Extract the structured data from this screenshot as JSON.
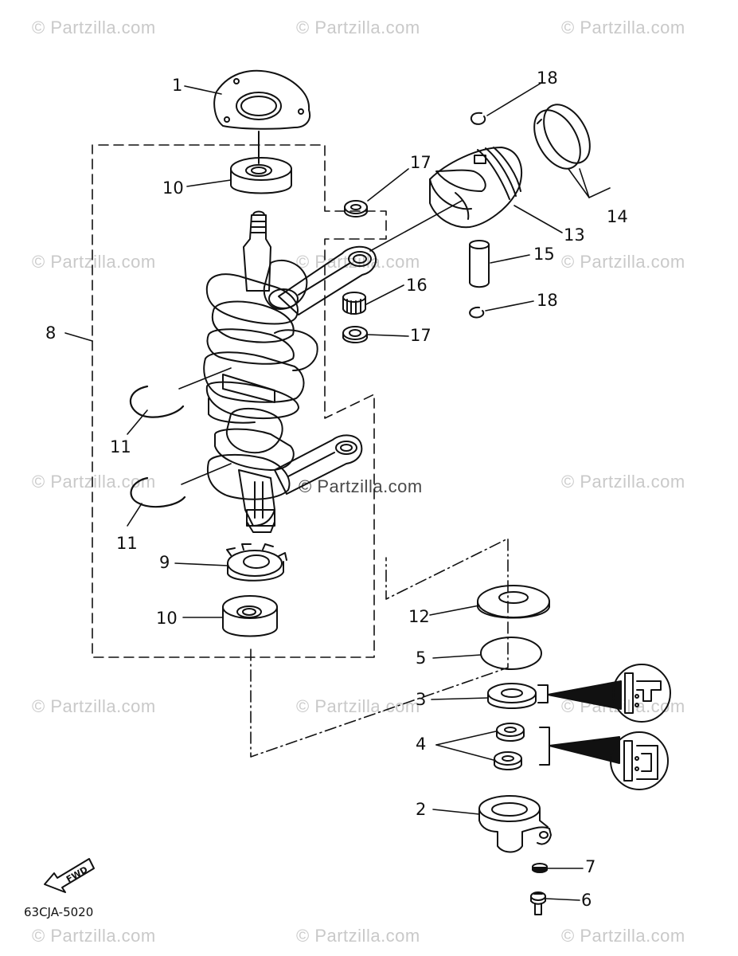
{
  "watermarks": {
    "text": "© Partzilla.com",
    "center_text": "© Partzilla.com"
  },
  "diagram_code": "63CJA-5020",
  "fwd_label": "FWD",
  "callouts": {
    "c1": "1",
    "c2": "2",
    "c3": "3",
    "c4": "4",
    "c5": "5",
    "c6": "6",
    "c7": "7",
    "c8": "8",
    "c9": "9",
    "c10_top": "10",
    "c10_bottom": "10",
    "c11_upper": "11",
    "c11_lower": "11",
    "c12": "12",
    "c13": "13",
    "c14": "14",
    "c15": "15",
    "c16": "16",
    "c17_top": "17",
    "c17_bottom": "17",
    "c18_top": "18",
    "c18_bottom": "18"
  },
  "colors": {
    "ink": "#111111",
    "watermark": "#c9c9c9"
  }
}
